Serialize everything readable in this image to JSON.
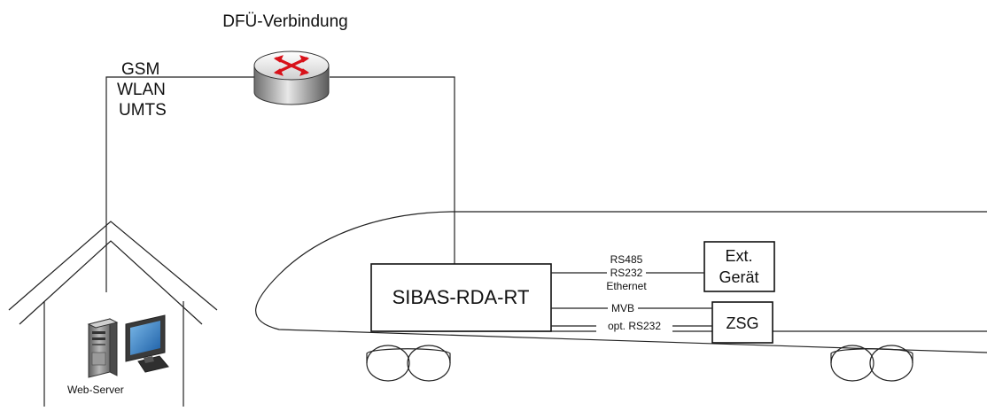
{
  "title": "DFÜ-Verbindung",
  "connection_types": [
    "GSM",
    "WLAN",
    "UMTS"
  ],
  "server_label": "Web-Server",
  "central_unit": "SIBAS-RDA-RT",
  "external_device": [
    "Ext.",
    "Gerät"
  ],
  "zsg_label": "ZSG",
  "ext_interfaces": [
    "RS485",
    "RS232",
    "Ethernet"
  ],
  "zsg_interfaces": [
    "MVB",
    "opt. RS232"
  ],
  "icons": [
    "router-icon",
    "server-icon",
    "monitor-icon"
  ]
}
